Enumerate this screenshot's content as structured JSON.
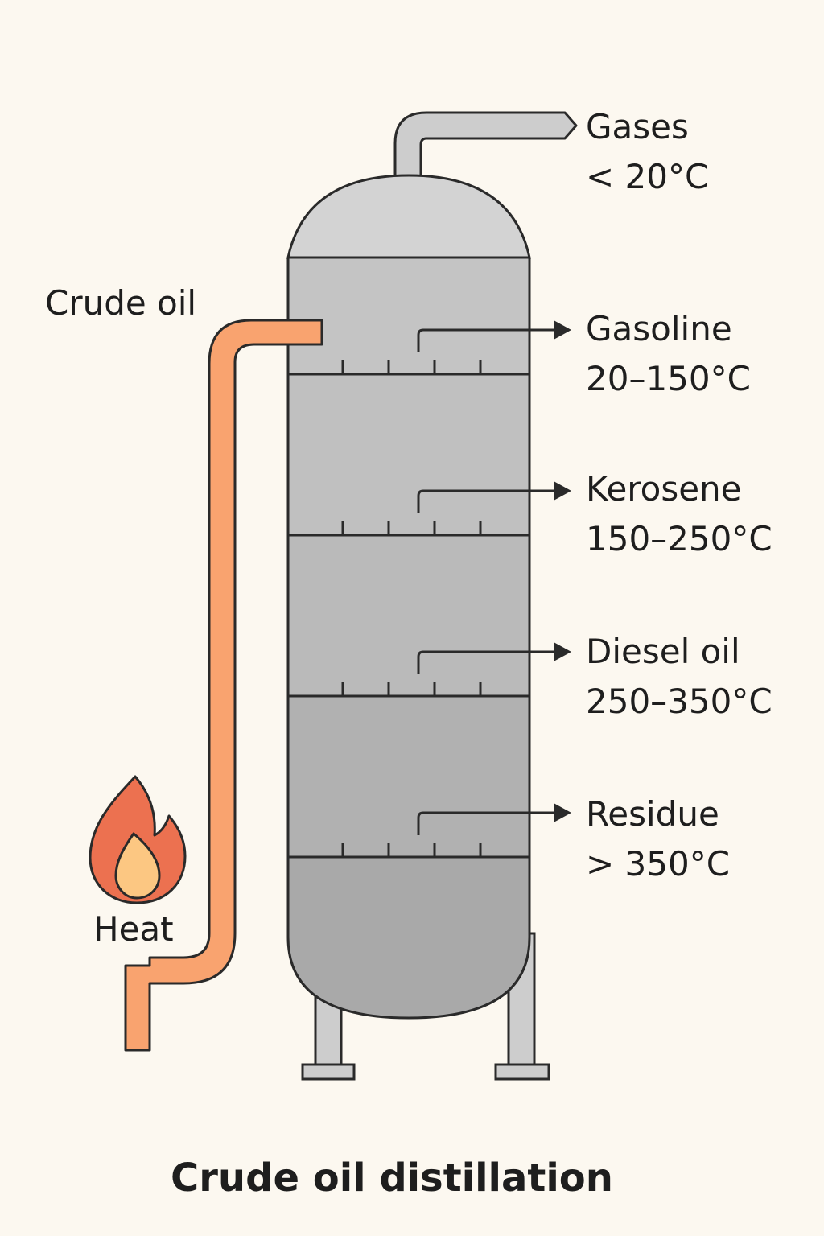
{
  "title": "Crude oil distillation",
  "feed": {
    "input_label": "Crude oil",
    "heat_label": "Heat"
  },
  "fractions": [
    {
      "name": "Gases",
      "range": "< 20°C"
    },
    {
      "name": "Gasoline",
      "range": "20–150°C"
    },
    {
      "name": "Kerosene",
      "range": "150–250°C"
    },
    {
      "name": "Diesel oil",
      "range": "250–350°C"
    },
    {
      "name": "Residue",
      "range": "> 350°C"
    }
  ],
  "icons": {
    "heat": "flame-icon",
    "arrow": "arrow-right-icon"
  },
  "colors": {
    "background": "#fcf8f0",
    "pipe": "#f9a36f",
    "flame_outer": "#ec7150",
    "flame_inner": "#fcc782",
    "column_top": "#cbcbcb",
    "column_bottom": "#a9a9a9",
    "outline": "#2a2a2a"
  }
}
